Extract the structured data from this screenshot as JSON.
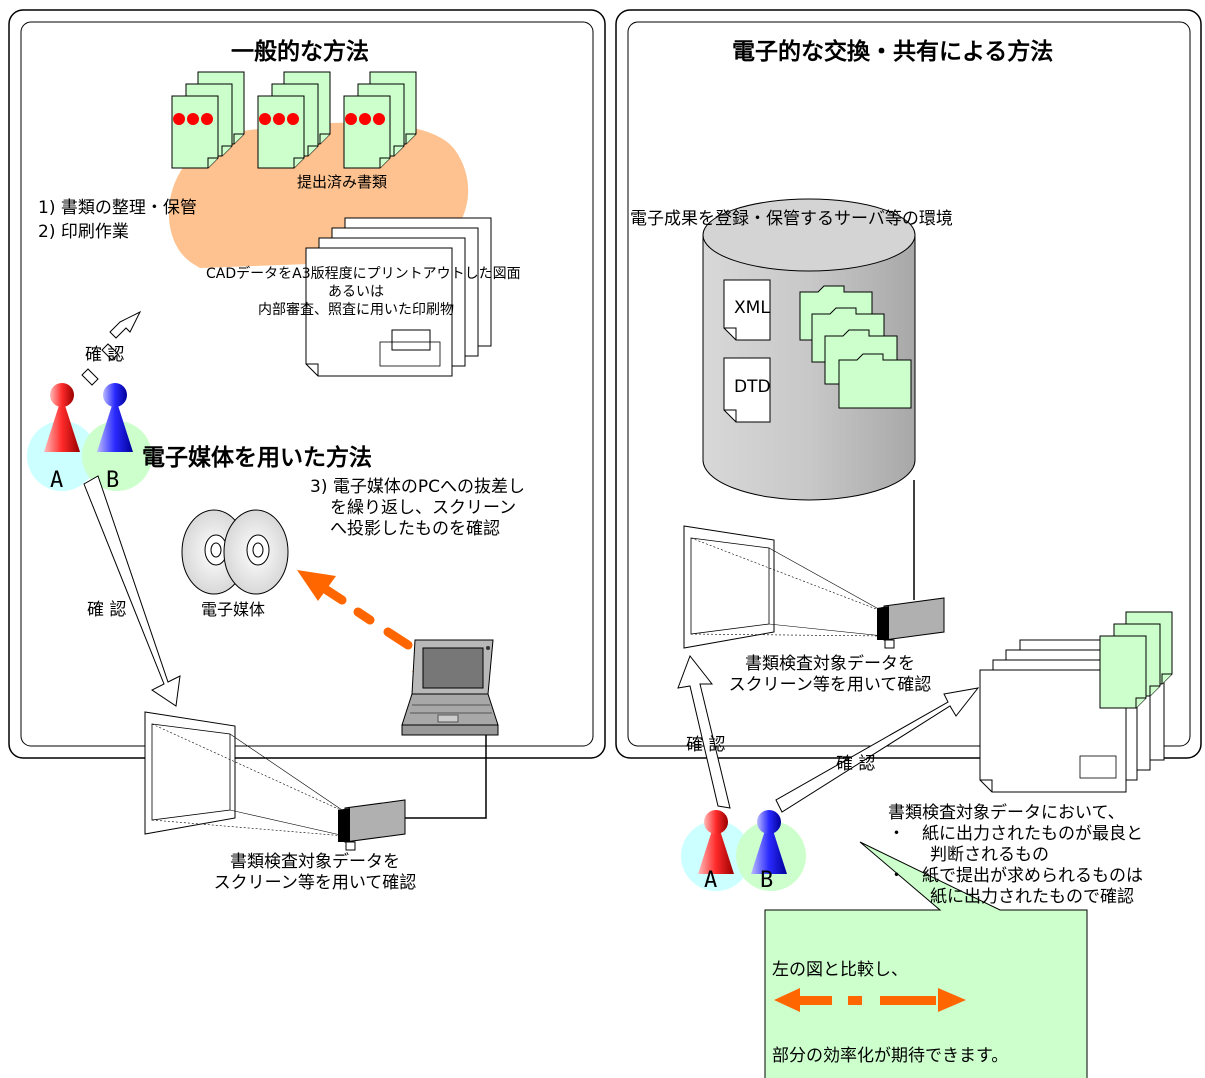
{
  "left_panel": {
    "title": "一般的な方法",
    "submitted_docs_label": "提出済み書類",
    "step1": "1) 書類の整理・保管",
    "step2": "2) 印刷作業",
    "printout_line1": "CADデータをA3版程度にプリントアウトした図面",
    "printout_line2": "あるいは",
    "printout_line3": "内部審査、照査に用いた印刷物",
    "confirm_top": "確 認",
    "person_a": "A",
    "person_b": "B",
    "media_title": "電子媒体を用いた方法",
    "step3_line1": "3) 電子媒体のPCへの抜差し",
    "step3_line2": "を繰り返し、スクリーン",
    "step3_line3": "へ投影したものを確認",
    "media_label": "電子媒体",
    "confirm_mid": "確 認",
    "screen_line1": "書類検査対象データを",
    "screen_line2": "スクリーン等を用いて確認"
  },
  "right_panel": {
    "title": "電子的な交換・共有による方法",
    "server_label": "電子成果を登録・保管するサーバ等の環境",
    "xml_label": "XML",
    "dtd_label": "DTD",
    "screen_line1": "書類検査対象データを",
    "screen_line2": "スクリーン等を用いて確認",
    "confirm_left": "確 認",
    "confirm_right": "確 認",
    "note_line1": "書類検査対象データにおいて、",
    "note_bullet1_line1": "・　紙に出力されたものが最良と",
    "note_bullet1_line2": "判断されるもの",
    "note_bullet2_line1": "・　紙で提出が求められるものは",
    "note_bullet2_line2": "紙に出力されたもので確認",
    "person_a": "A",
    "person_b": "B"
  },
  "callout": {
    "line1": "左の図と比較し、",
    "line2": "部分の効率化が期待できます。"
  },
  "colors": {
    "doc_green": "#ccffcc",
    "oval_orange": "#fdc28f",
    "red_dot": "#ff0000",
    "arrow_orange": "#ff6600",
    "person_a_circle": "#ccffff",
    "person_b_circle": "#ccffcc",
    "server_gray": "#c0c0c0"
  }
}
